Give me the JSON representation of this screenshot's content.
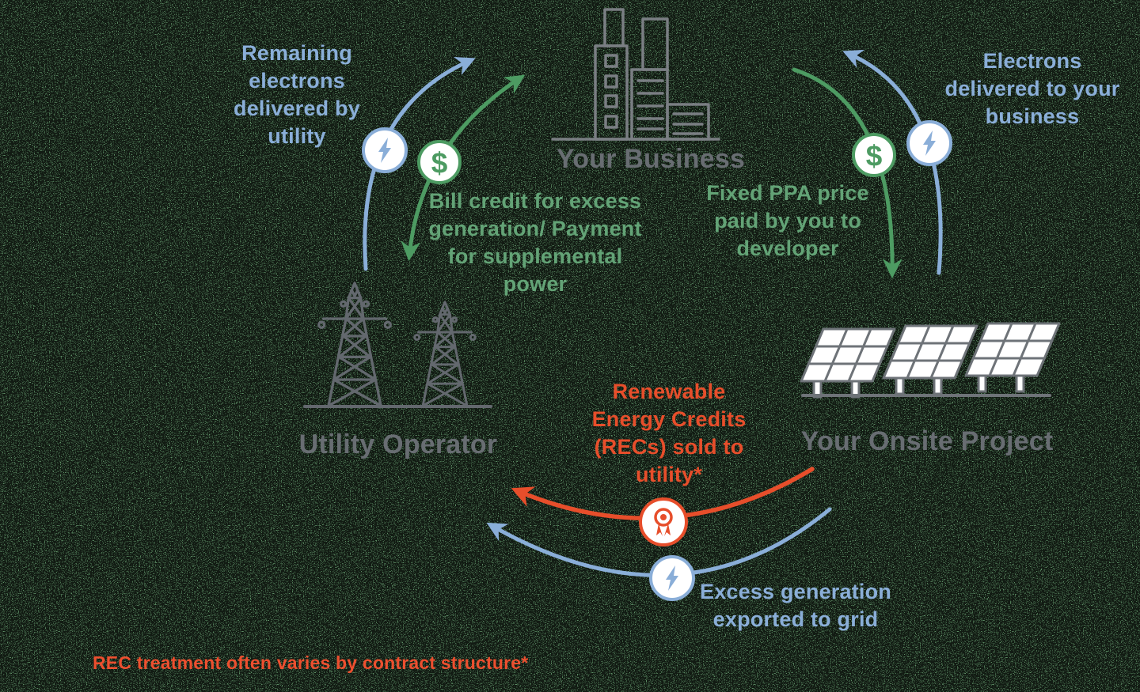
{
  "nodes": {
    "business": {
      "label": "Your Business",
      "icon": "office-building"
    },
    "utility": {
      "label": "Utility Operator",
      "icon": "transmission-towers"
    },
    "project": {
      "label": "Your Onsite Project",
      "icon": "solar-panels"
    }
  },
  "flows": {
    "remaining": {
      "label": "Remaining\nelectrons\ndelivered by\nutility",
      "icon": "lightning-bolt",
      "color": "#8aaed8",
      "from": "Utility Operator",
      "to": "Your Business"
    },
    "bill_credit": {
      "label": "Bill credit for excess\ngeneration/ Payment\nfor supplemental\npower",
      "icon": "dollar-sign",
      "color": "#4d9b62",
      "from": "Your Business",
      "to": "Utility Operator"
    },
    "electrons": {
      "label": "Electrons\ndelivered to your\nbusiness",
      "icon": "lightning-bolt",
      "color": "#8aaed8",
      "from": "Your Onsite Project",
      "to": "Your Business"
    },
    "fixed_ppa": {
      "label": "Fixed PPA price\npaid by you to\ndeveloper",
      "icon": "dollar-sign",
      "color": "#4d9b62",
      "from": "Your Business",
      "to": "Your Onsite Project"
    },
    "recs": {
      "label": "Renewable\nEnergy Credits\n(RECs) sold to\nutility*",
      "icon": "award-ribbon",
      "color": "#e74e2b",
      "from": "Your Onsite Project",
      "to": "Utility Operator"
    },
    "excess": {
      "label": "Excess generation\nexported to grid",
      "icon": "lightning-bolt",
      "color": "#8aaed8",
      "from": "Your Onsite Project",
      "to": "Utility Operator"
    }
  },
  "footnote": {
    "text": "REC treatment often varies by contract structure*"
  },
  "icons": {
    "dollar": "$"
  },
  "colors": {
    "blue": "#8aaed8",
    "green": "#4d9b62",
    "green_text": "#63a376",
    "gray_icon": "#6e7378",
    "gray_label": "#686d72",
    "red": "#e74e2b",
    "background_green": "#5c8c64",
    "icon_fill": "#ffffff"
  }
}
